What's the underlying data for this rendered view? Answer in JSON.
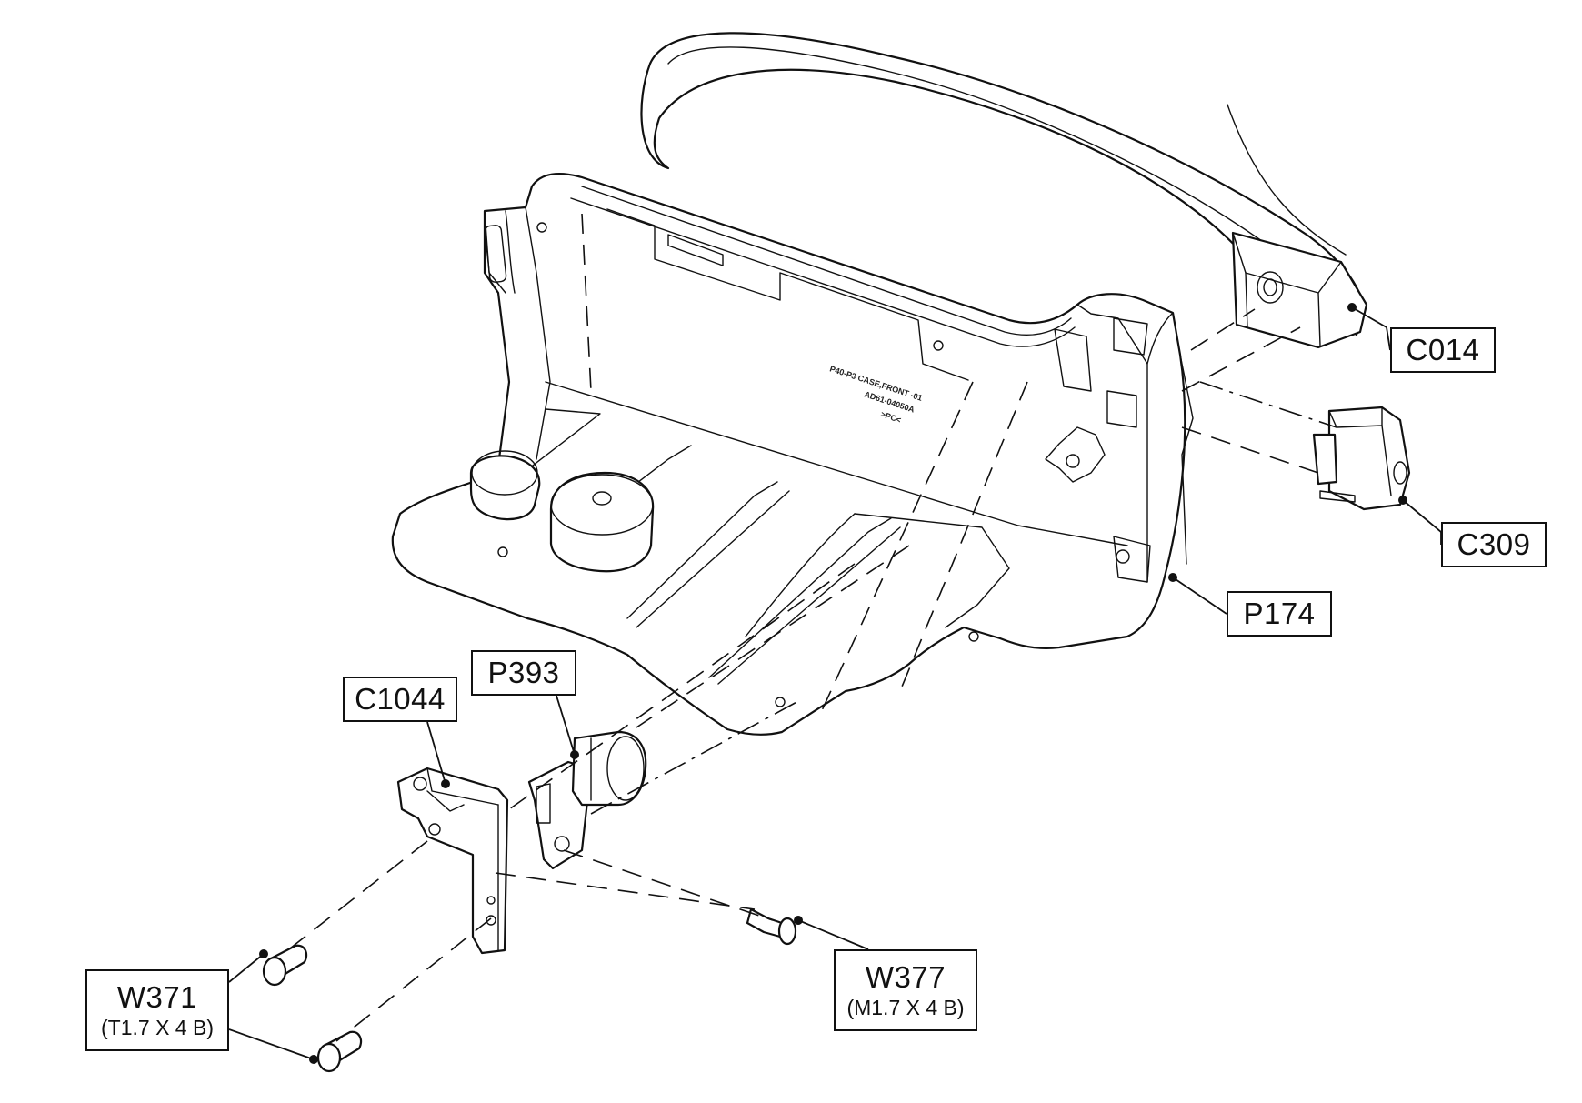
{
  "callouts": {
    "c014": {
      "code": "C014"
    },
    "c309": {
      "code": "C309"
    },
    "p174": {
      "code": "P174"
    },
    "p393": {
      "code": "P393"
    },
    "c1044": {
      "code": "C1044"
    },
    "w371": {
      "code": "W371",
      "spec": "(T1.7 X 4 B)"
    },
    "w377": {
      "code": "W377",
      "spec": "(M1.7 X 4 B)"
    }
  }
}
